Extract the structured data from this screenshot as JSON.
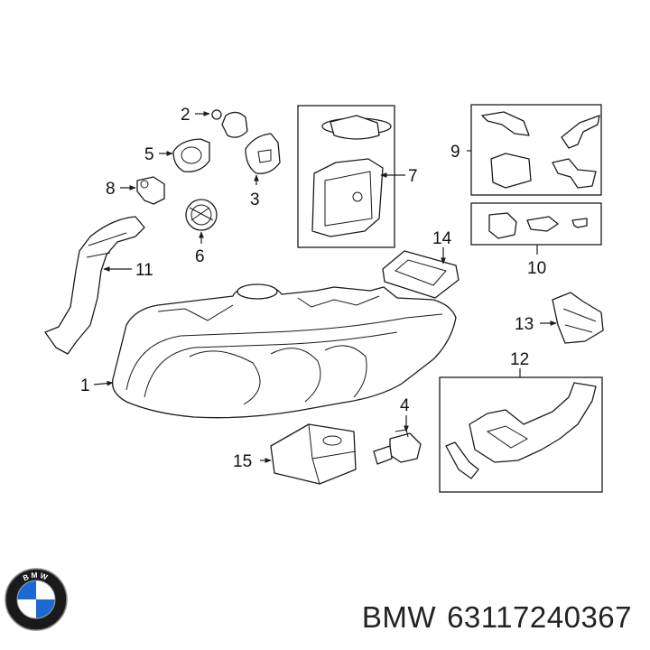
{
  "callouts": {
    "c1": "1",
    "c2": "2",
    "c3": "3",
    "c4": "4",
    "c5": "5",
    "c6": "6",
    "c7": "7",
    "c8": "8",
    "c9": "9",
    "c10": "10",
    "c11": "11",
    "c12": "12",
    "c13": "13",
    "c14": "14",
    "c15": "15"
  },
  "caption": {
    "brand": "BMW",
    "part_number": "63117240367"
  },
  "logo": {
    "text": "BMW",
    "ring_color": "#1a1a1a",
    "quadrant_blue": "#1c69d4",
    "quadrant_white": "#ffffff"
  }
}
